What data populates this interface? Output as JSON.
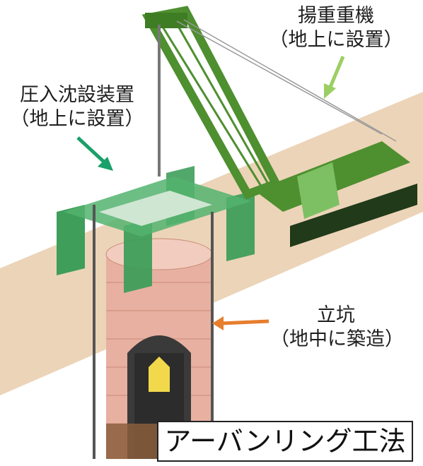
{
  "labels": {
    "crane": {
      "line1": "揚重重機",
      "line2": "（地上に設置）"
    },
    "press_device": {
      "line1": "圧入沈設装置",
      "line2": "（地上に設置）"
    },
    "shaft": {
      "line1": "立坑",
      "line2": "（地中に築造）"
    }
  },
  "title": "アーバンリング工法",
  "colors": {
    "ground": "#ecd4b8",
    "machine_green": "#3f9e5a",
    "crane_green": "#4e8f2f",
    "shaft_brick": "#e8b0a0",
    "arrow_crane": "#9ccf63",
    "arrow_device": "#1aa06a",
    "arrow_shaft": "#e67e2e"
  }
}
